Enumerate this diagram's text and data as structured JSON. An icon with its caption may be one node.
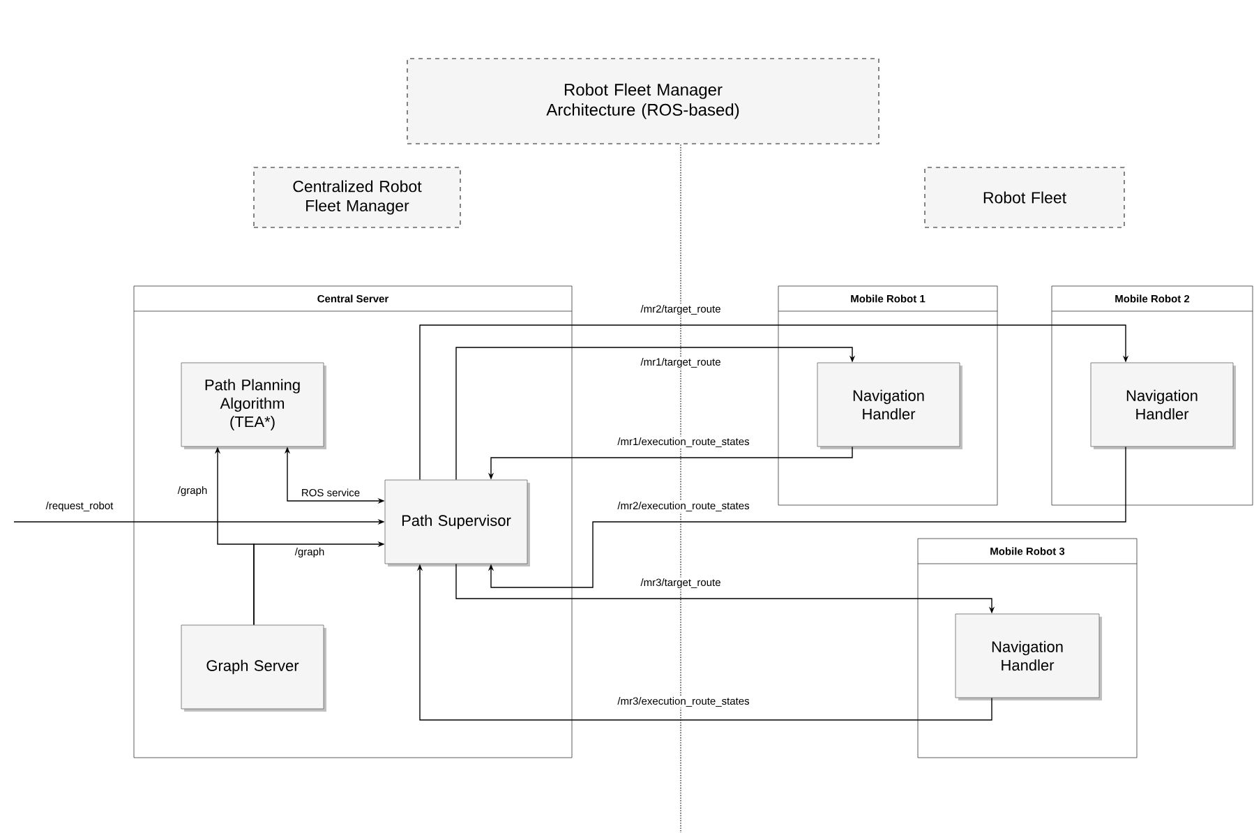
{
  "diagram": {
    "nodes": [
      {
        "text": [
          "Robot Fleet Manager Architecture (ROS-based)"
        ]
      },
      {
        "text": [
          "Centralized Robot Fleet Manager"
        ]
      },
      {
        "text": [
          "Robot Fleet"
        ]
      },
      {
        "text": [
          "Central Server"
        ]
      },
      {
        "text": [
          "Path Planning Algorithm (TEA*)"
        ],
        "in": 3
      },
      {
        "text": [
          "Path Supervisor"
        ],
        "in": 3
      },
      {
        "text": [
          "Graph Server"
        ],
        "in": 3
      },
      {
        "text": [
          "Mobile Robot 1"
        ]
      },
      {
        "text": [
          "Navigation Handler"
        ],
        "in": 7
      },
      {
        "text": [
          "Mobile Robot 2"
        ]
      },
      {
        "text": [
          "Navigation Handler"
        ],
        "in": 9
      },
      {
        "text": [
          "Mobile Robot 3"
        ]
      },
      {
        "text": [
          "Navigation Handler"
        ],
        "in": 11
      }
    ],
    "edges": [
      {
        "from": null,
        "to": 5,
        "arrow": "to",
        "label": "/request_robot"
      },
      {
        "from": 6,
        "to": 4,
        "arrow": "to",
        "label": "/graph"
      },
      {
        "from": 6,
        "to": 5,
        "arrow": "to",
        "label": "/graph"
      },
      {
        "from": 4,
        "to": 5,
        "arrow": "both",
        "label": "ROS service"
      },
      {
        "from": 5,
        "to": 10,
        "arrow": "to",
        "label": "/mr2/target_route"
      },
      {
        "from": 5,
        "to": 8,
        "arrow": "to",
        "label": "/mr1/target_route"
      },
      {
        "from": 8,
        "to": 5,
        "arrow": "to",
        "label": "/mr1/execution_route_states"
      },
      {
        "from": 10,
        "to": 5,
        "arrow": "to",
        "label": "/mr2/execution_route_states"
      },
      {
        "from": 5,
        "to": 12,
        "arrow": "to",
        "label": "/mr3/target_route"
      },
      {
        "from": 12,
        "to": 5,
        "arrow": "to",
        "label": "/mr3/execution_route_states"
      }
    ]
  }
}
